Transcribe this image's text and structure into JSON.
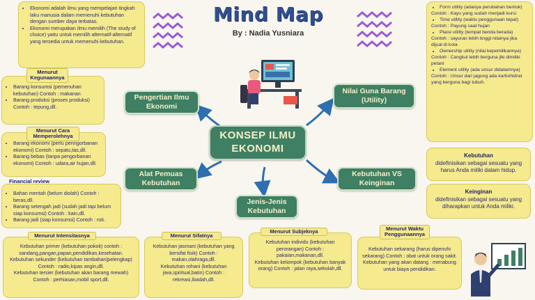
{
  "header": {
    "title": "Mind Map",
    "byline": "By : Nadia Yusniara"
  },
  "central": "KONSEP ILMU EKONOMI",
  "nodes": {
    "pengertian": "Pengertian Ilmu Ekonomi",
    "nilai_guna": "Nilai Guna Barang (Utility)",
    "alat_pemuas": "Alat Pemuas Kebutuhan",
    "kebutuhan_vs": "Kebutuhan VS Keinginan",
    "jenis": "Jenis-Jenis Kebutuhan"
  },
  "pengertian_note": {
    "items": [
      "Ekonomi adalah ilmu yang mempelajari tingkah laku manusia dalam memenuhi kebutuhan dengan sumber daya terbatas.",
      "Ekonomi merupakan ilmu memilih (The study of choice) yaitu untuk memilih alternatif-alternatif yang tersedia untuk memenuhi kebutuhan."
    ]
  },
  "utility_note": {
    "form_1": "Form utility (adanya perubahan bentuk)",
    "ex_1": "Contoh : Kayu yang sudah menjadi kursi",
    "time": "Time utility (waktu penggunaan tepat)",
    "ex_2": "Contoh : Payung saat hujan",
    "place": "Place utility (tempat benda berada)",
    "ex_3": "Contoh : sayuran lebih tinggi nilainya jika dijual di kota",
    "owner": "Ownership utility (nilai kepemilikannya)",
    "ex_4": "Contoh : Cangkul lebih berguna jiki dimiliki petani",
    "element": "Element utility (ada unsur didalamnya)",
    "ex_5": "Contoh : Unsur dari jagung ada karbohidrat yang berguna bagi tubuh."
  },
  "kegunaan": {
    "tag": "Menurut Kegunaannya",
    "items": [
      "Barang konsumsi (pemenuhan kebutuhan) Contoh : makanan",
      "Barang produksi (proses produksi) Contoh : tepung,dll."
    ]
  },
  "cara": {
    "tag": "Menurut Cara Memperolehnya",
    "items": [
      "Barang ekonomi (perlu penngorbanan ekonomi) Contoh : sepatu,tas,dll.",
      "Barang bebas (tanpa pengorbanan ekonomi) Contoh : udara,air hujan,dll."
    ]
  },
  "financial": {
    "tag": "Financial review",
    "items": [
      "Bahan mentah (belum diolah) Contoh : beras,dll.",
      "Barang setengah jadi (sudah jadi tapi belum siap konsumsi) Contoh : kain,dll.",
      "Barang jadi (siap konsumsi) Contoh : roti."
    ]
  },
  "kebutuhan_def": {
    "title": "Kebutuhan",
    "text": "didefinisikan sebagai sesuatu yang harus Anda miliki dalam hidup."
  },
  "keinginan_def": {
    "title": "Keinginan",
    "text": "didefinisikan sebagai sesuatu yang diharapkan untuk Anda miliki."
  },
  "intensitas": {
    "tag": "Menurut Intensitasnya",
    "items": [
      "Kebutuhan primer (kebutuhan pokok) contoh : sandang,pangan,papan,pendidikan,kesehatan.",
      "Kebutuhan sekunder (kebutuhan tambahan|pelengkap) Contoh : radio,kipas angin,dll.",
      "Kebutuhan tersier (kebutuhan akan barang mewah) Contoh : perhiasan,mobil sport,dll."
    ]
  },
  "sifat": {
    "tag": "Menurut Sifatnya",
    "items": [
      "Kebutuhan jasmani (kebutuhan yang bersifat fisik) Contoh : makan,olahraga,dll.",
      "Kebutuhan rohani (kebutuhan jiwa,spiritual,batin) Contoh : rekreasi,ibadah,dll."
    ]
  },
  "subjek": {
    "tag": "Menurut Subjeknya",
    "items": [
      "Kebutuhan individu (kebutuhan perorangan) Contoh : pakaian,makanan,dll.",
      "Kebutuhan kelompok (kebutuhan banyak orang) Contoh : jalan raya,sekolah,dll."
    ]
  },
  "waktu": {
    "tag": "Menurut Waktu Penggunaannya",
    "items": [
      "Kebutuhan sekarang (harus dipenuhi sekarang) Contoh : obat untuk orang sakit.",
      "Kebutuhan yang akan datang : menabung untuk biaya pendidikan."
    ]
  },
  "colors": {
    "node": "#3f7f63",
    "note": "#f5ea8e",
    "arrow": "#2d6fb0",
    "accent": "#9a5bd6"
  }
}
